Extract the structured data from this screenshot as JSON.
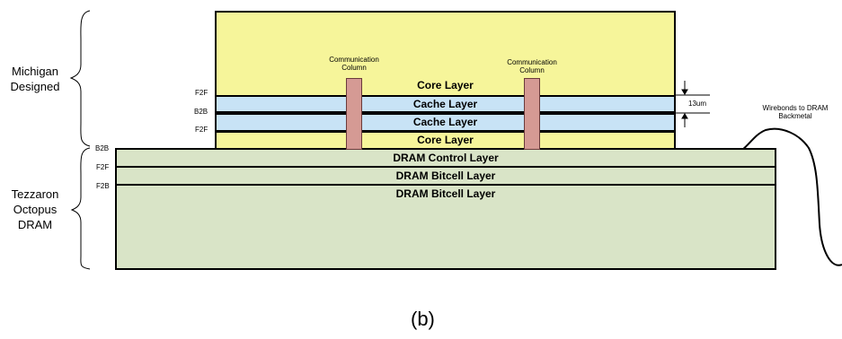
{
  "side_labels": {
    "top_line1": "Michigan",
    "top_line2": "Designed",
    "bottom_line1": "Tezzaron",
    "bottom_line2": "Octopus",
    "bottom_line3": "DRAM"
  },
  "layers": {
    "core_top": "Core Layer",
    "cache_1": "Cache Layer",
    "cache_2": "Cache Layer",
    "core_bottom": "Core Layer",
    "dram_control": "DRAM Control Layer",
    "dram_bitcell_1": "DRAM Bitcell Layer",
    "dram_bitcell_2": "DRAM Bitcell Layer"
  },
  "columns": {
    "left_line1": "Communication",
    "left_line2": "Column",
    "right_line1": "Communication",
    "right_line2": "Column"
  },
  "bond_tags": {
    "f2f_1": "F2F",
    "b2b_1": "B2B",
    "f2f_2": "F2F",
    "b2b_2": "B2B",
    "f2f_3": "F2F",
    "f2b_1": "F2B"
  },
  "dimension": "13um",
  "wirebond": {
    "line1": "Wirebonds to DRAM",
    "line2": "Backmetal"
  },
  "caption": "(b)",
  "colors": {
    "core": "#f6f59a",
    "cache": "#c8e3f6",
    "dram": "#d9e4c7",
    "column": "#d59a94"
  }
}
